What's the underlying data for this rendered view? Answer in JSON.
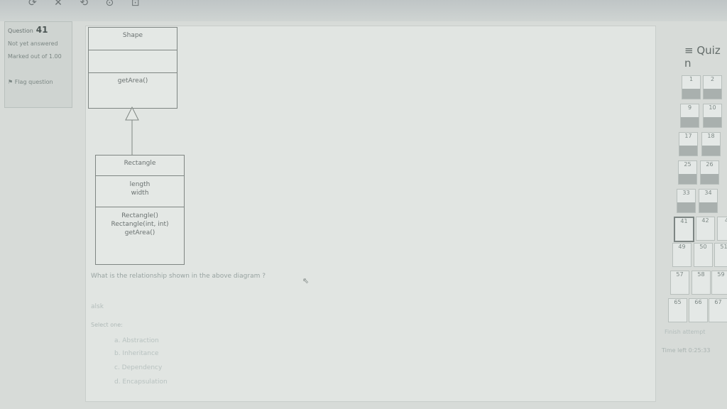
{
  "left": {
    "question_label": "Question",
    "question_number": "41",
    "status": "Not yet answered",
    "marked": "Marked out of 1.00",
    "flag_label": "Flag question"
  },
  "uml": {
    "parent": {
      "name": "Shape",
      "attributes": "",
      "methods": "getArea()"
    },
    "child": {
      "name": "Rectangle",
      "attributes": [
        "length",
        "width"
      ],
      "methods": [
        "Rectangle()",
        "Rectangle(int, int)",
        "getArea()"
      ]
    }
  },
  "question_text": "What is the relationship shown in the above diagram ?",
  "blurred_text": "alsk",
  "select_label": "Select one:",
  "options": [
    "a. Abstraction",
    "b. Inheritance",
    "c. Dependency",
    "d. Encapsulation"
  ],
  "nav": {
    "title": "Quiz n",
    "rows": [
      [
        "1",
        "2"
      ],
      [
        "9",
        "10"
      ],
      [
        "17",
        "18"
      ],
      [
        "25",
        "26"
      ],
      [
        "33",
        "34"
      ],
      [
        "41",
        "42"
      ],
      [
        "49",
        "50"
      ],
      [
        "57",
        "58"
      ],
      [
        "65",
        "66"
      ]
    ],
    "extra": {
      "row_42": "4",
      "row_50": "51",
      "row_58": "59",
      "row_66": "67"
    },
    "current": "41",
    "finish": "Finish attempt",
    "time_left": "Time left 0:25:33"
  }
}
